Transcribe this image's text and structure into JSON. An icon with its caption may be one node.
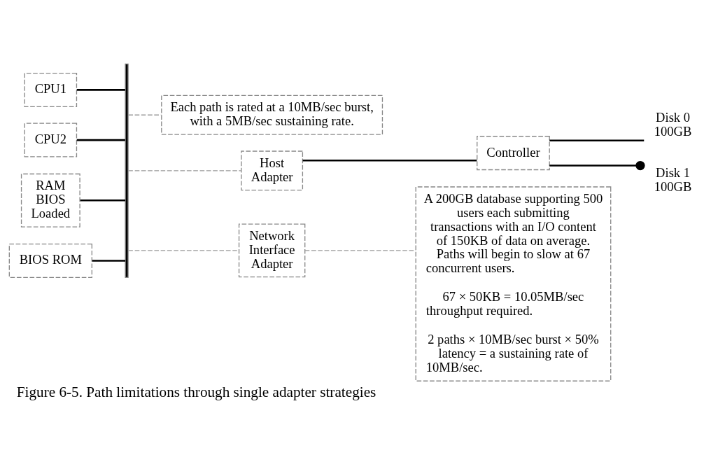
{
  "diagram": {
    "caption": "Figure 6-5. Path limitations through single adapter strategies",
    "nodes": [
      {
        "text": [
          "CPU1"
        ]
      },
      {
        "text": [
          "CPU2"
        ]
      },
      {
        "text": [
          "RAM BIOS Loaded"
        ]
      },
      {
        "text": [
          "BIOS ROM"
        ]
      },
      {
        "text": [],
        "shape": "bar"
      },
      {
        "text": [
          "Each path is rated at a 10MB/sec burst, with a 5MB/sec sustaining rate."
        ]
      },
      {
        "text": [
          "Host Adapter"
        ]
      },
      {
        "text": [
          "Controller"
        ]
      },
      {
        "text": [
          "Disk 0 100GB"
        ]
      },
      {
        "text": [
          "Disk 1 100GB"
        ]
      },
      {
        "text": [
          "Network Interface Adapter"
        ]
      },
      {
        "text": [
          "A 200GB database supporting 500 users each submitting transactions with an I/O content of 150KB of data on average. Paths will begin to slow at 67 concurrent users.",
          "67 × 50KB = 10.05MB/sec throughput required.",
          "2 paths × 10MB/sec burst × 50% latency = a sustaining rate of 10MB/sec."
        ]
      }
    ],
    "edges": [
      {
        "from": 0,
        "to": 4,
        "arrow": "none"
      },
      {
        "from": 1,
        "to": 4,
        "arrow": "none"
      },
      {
        "from": 2,
        "to": 4,
        "arrow": "none"
      },
      {
        "from": 3,
        "to": 4,
        "arrow": "none"
      },
      {
        "from": 4,
        "to": 5,
        "arrow": "none",
        "style": "dashed",
        "color": "#999999"
      },
      {
        "from": 4,
        "to": 6,
        "arrow": "none",
        "style": "dashed",
        "color": "#999999"
      },
      {
        "from": 4,
        "to": 10,
        "arrow": "none",
        "style": "dashed",
        "color": "#999999"
      },
      {
        "from": 6,
        "to": 7,
        "arrow": "none"
      },
      {
        "from": 7,
        "to": 8,
        "arrow": "none"
      },
      {
        "from": 7,
        "to": 9,
        "arrow": "other"
      },
      {
        "from": 10,
        "to": 11,
        "arrow": "none",
        "style": "dashed",
        "color": "#999999"
      }
    ]
  }
}
